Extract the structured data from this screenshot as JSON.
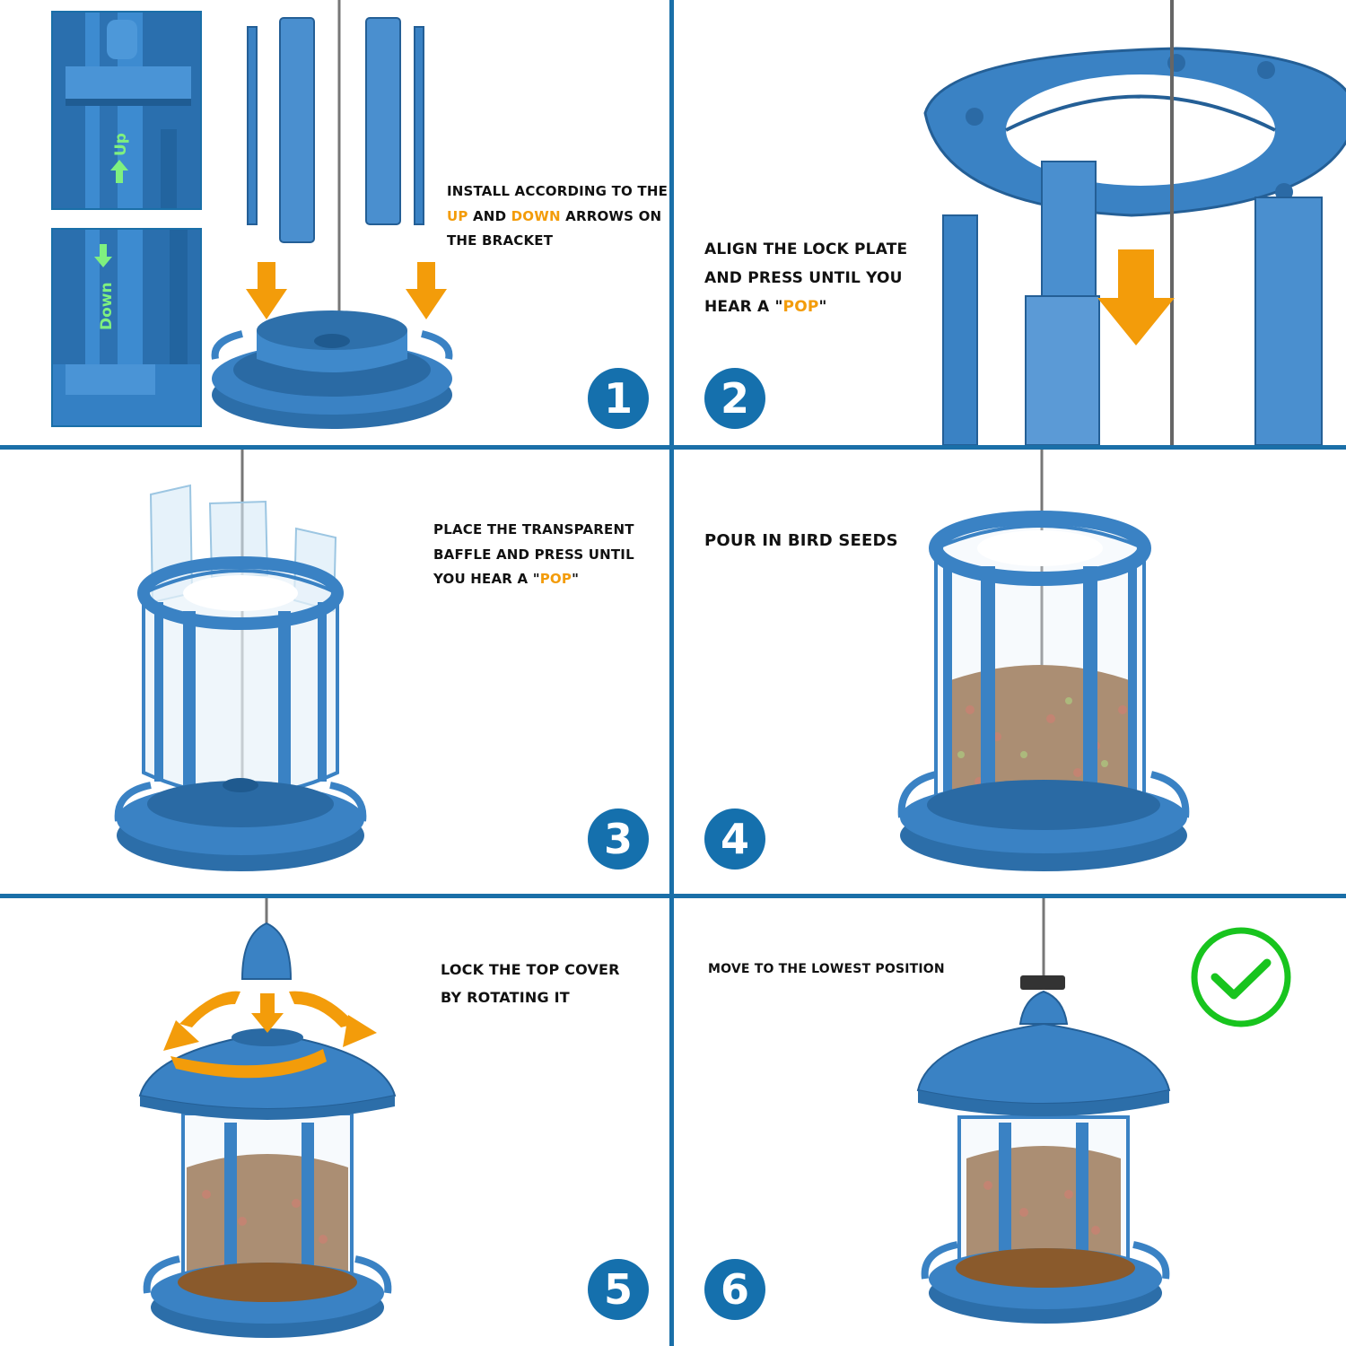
{
  "colors": {
    "frame": "#1a6fa8",
    "badge": "#1570ad",
    "plastic": "#3a82c4",
    "plastic_dark": "#245f96",
    "highlight": "#f39c0a",
    "arrow_label": "#7ff07f",
    "check": "#18c41e"
  },
  "icons": {
    "arrow": "down-arrow-icon",
    "rotate": "rotate-arrows-icon",
    "check": "check-circle-icon"
  },
  "steps": [
    {
      "number": "1",
      "lines": [
        {
          "parts": [
            {
              "text": "INSTALL ACCORDING TO THE"
            }
          ]
        },
        {
          "parts": [
            {
              "text": "UP",
              "hl": true
            },
            {
              "text": " AND "
            },
            {
              "text": "DOWN",
              "hl": true
            },
            {
              "text": " ARROWS ON"
            }
          ]
        },
        {
          "parts": [
            {
              "text": "THE BRACKET"
            }
          ]
        }
      ],
      "insets": {
        "up_label": "Up",
        "down_label": "Down"
      }
    },
    {
      "number": "2",
      "lines": [
        {
          "parts": [
            {
              "text": "ALIGN THE LOCK PLATE"
            }
          ]
        },
        {
          "parts": [
            {
              "text": "AND PRESS UNTIL YOU"
            }
          ]
        },
        {
          "parts": [
            {
              "text": "HEAR A \""
            },
            {
              "text": "POP",
              "hl": true
            },
            {
              "text": "\""
            }
          ]
        }
      ]
    },
    {
      "number": "3",
      "lines": [
        {
          "parts": [
            {
              "text": "PLACE THE TRANSPARENT"
            }
          ]
        },
        {
          "parts": [
            {
              "text": "BAFFLE AND PRESS UNTIL"
            }
          ]
        },
        {
          "parts": [
            {
              "text": "YOU HEAR A \""
            },
            {
              "text": "POP",
              "hl": true
            },
            {
              "text": "\""
            }
          ]
        }
      ]
    },
    {
      "number": "4",
      "lines": [
        {
          "parts": [
            {
              "text": "POUR IN BIRD SEEDS"
            }
          ]
        }
      ]
    },
    {
      "number": "5",
      "lines": [
        {
          "parts": [
            {
              "text": "LOCK THE TOP COVER"
            }
          ]
        },
        {
          "parts": [
            {
              "text": "BY ROTATING IT"
            }
          ]
        }
      ]
    },
    {
      "number": "6",
      "lines": [
        {
          "parts": [
            {
              "text": "MOVE TO THE LOWEST POSITION"
            }
          ]
        }
      ]
    }
  ]
}
